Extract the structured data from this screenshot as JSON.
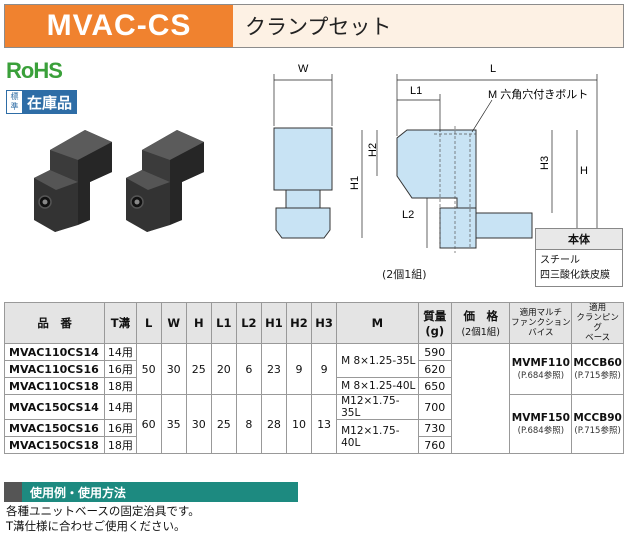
{
  "header": {
    "code": "MVAC-CS",
    "name": "クランプセット"
  },
  "badges": {
    "rohs": "RoHS",
    "stock_small": [
      "標",
      "準"
    ],
    "stock_main": "在庫品"
  },
  "drawing": {
    "W": "W",
    "L": "L",
    "L1": "L1",
    "L2": "L2",
    "H": "H",
    "H1": "H1",
    "H2": "H2",
    "H3": "H3",
    "bolt_note": "M 六角穴付きボルト"
  },
  "pair_note": "(2個1組)",
  "material": {
    "title": "本体",
    "lines": [
      "スチール",
      "四三酸化鉄皮膜"
    ]
  },
  "table": {
    "headers": {
      "code": "品　番",
      "slot": "T溝",
      "L": "L",
      "W": "W",
      "H": "H",
      "L1": "L1",
      "L2": "L2",
      "H1": "H1",
      "H2": "H2",
      "H3": "H3",
      "M": "M",
      "mass": [
        "質量",
        "(g)"
      ],
      "price": [
        "価　格",
        "(2個1組)"
      ],
      "vise": [
        "適用マルチ",
        "ファンクション",
        "バイス"
      ],
      "base": [
        "適用",
        "クランピング",
        "ベース"
      ]
    },
    "groups": [
      {
        "rows": [
          {
            "code": "MVAC110CS14",
            "slot": "14用",
            "mass": "590"
          },
          {
            "code": "MVAC110CS16",
            "slot": "16用",
            "mass": "620"
          },
          {
            "code": "MVAC110CS18",
            "slot": "18用",
            "mass": "650"
          }
        ],
        "L": "50",
        "W": "30",
        "H": "25",
        "L1": "20",
        "L2": "6",
        "H1": "23",
        "H2": "9",
        "H3": "9",
        "M": [
          "M 8×1.25-35L",
          "M 8×1.25-40L"
        ],
        "vise": "MVMF110",
        "vise_ref": "(P.684参照)",
        "base": "MCCB60",
        "base_ref": "(P.715参照)"
      },
      {
        "rows": [
          {
            "code": "MVAC150CS14",
            "slot": "14用",
            "mass": "700"
          },
          {
            "code": "MVAC150CS16",
            "slot": "16用",
            "mass": "730"
          },
          {
            "code": "MVAC150CS18",
            "slot": "18用",
            "mass": "760"
          }
        ],
        "L": "60",
        "W": "35",
        "H": "30",
        "L1": "25",
        "L2": "8",
        "H1": "28",
        "H2": "10",
        "H3": "13",
        "M": [
          "M12×1.75-35L",
          "M12×1.75-40L"
        ],
        "vise": "MVMF150",
        "vise_ref": "(P.684参照)",
        "base": "MCCB90",
        "base_ref": "(P.715参照)"
      }
    ]
  },
  "usage": {
    "title": "使用例・使用方法",
    "lines": [
      "各種ユニットベースの固定治具です。",
      "T溝仕様に合わせご使用ください。"
    ]
  },
  "colors": {
    "header_orange": "#f0822f",
    "header_tint": "#fdf1e4",
    "rohs_green": "#3aa03a",
    "stock_blue": "#2e6da6",
    "usage_teal": "#1d8a80",
    "drawing_fill": "#c8e3f4"
  }
}
